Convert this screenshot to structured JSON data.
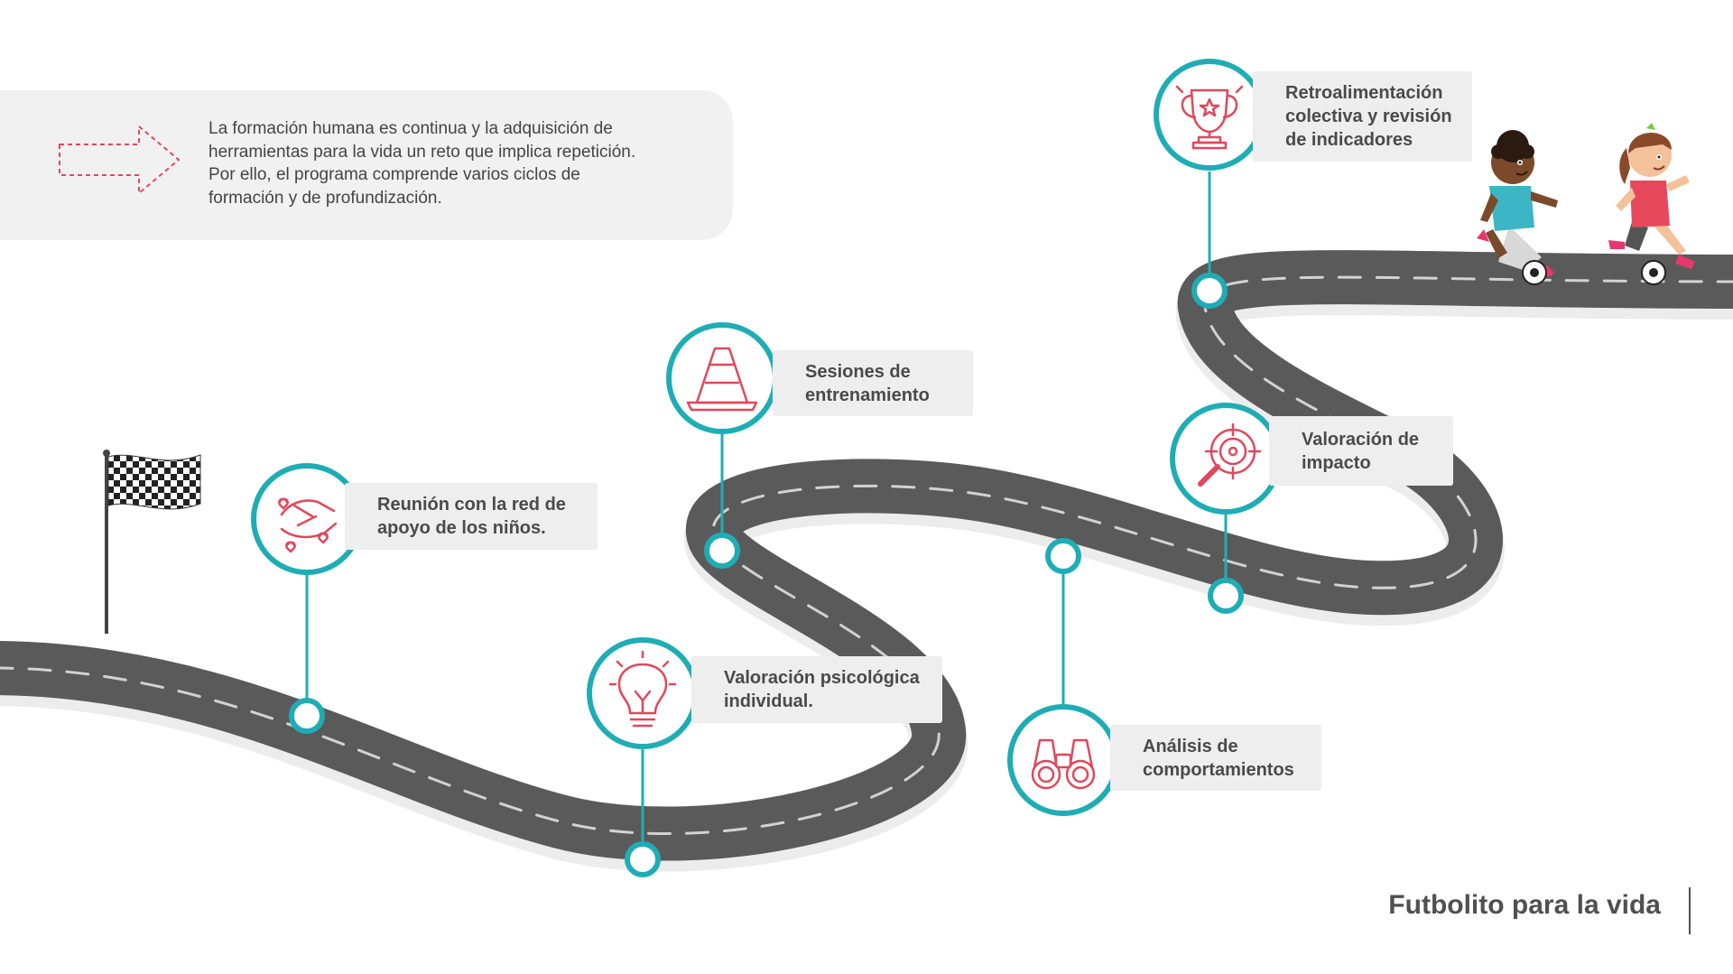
{
  "intro": {
    "lines": [
      "La formación humana es continua y la adquisición de",
      "herramientas para la vida un reto que implica repetición.",
      "Por ello, el programa comprende varios ciclos de",
      "formación y de profundización."
    ]
  },
  "steps": [
    {
      "lines": [
        "Reunión con la red de",
        "apoyo de los niños."
      ],
      "icon": "helping-hands-icon"
    },
    {
      "lines": [
        "Valoración psicológica",
        "individual."
      ],
      "icon": "lightbulb-icon"
    },
    {
      "lines": [
        "Sesiones de",
        "entrenamiento"
      ],
      "icon": "traffic-cone-icon"
    },
    {
      "lines": [
        "Análisis de",
        "comportamientos"
      ],
      "icon": "binoculars-icon"
    },
    {
      "lines": [
        "Valoración de",
        "impacto"
      ],
      "icon": "magnifier-target-icon"
    },
    {
      "lines": [
        "Retroalimentación",
        "colectiva y revisión",
        "de indicadores"
      ],
      "icon": "trophy-icon"
    }
  ],
  "footer": {
    "brand": "Futbolito para la vida"
  },
  "colors": {
    "road": "#5a5a5a",
    "road_shadow": "#ececec",
    "lane": "#d2d2d2",
    "accent_teal": "#1fadb5",
    "icon_red": "#e0485c",
    "label_bg": "#eeeeee",
    "text": "#4a4a4a"
  },
  "decor": {
    "flag": "checkered-flag-icon",
    "players": "children-playing-soccer"
  }
}
